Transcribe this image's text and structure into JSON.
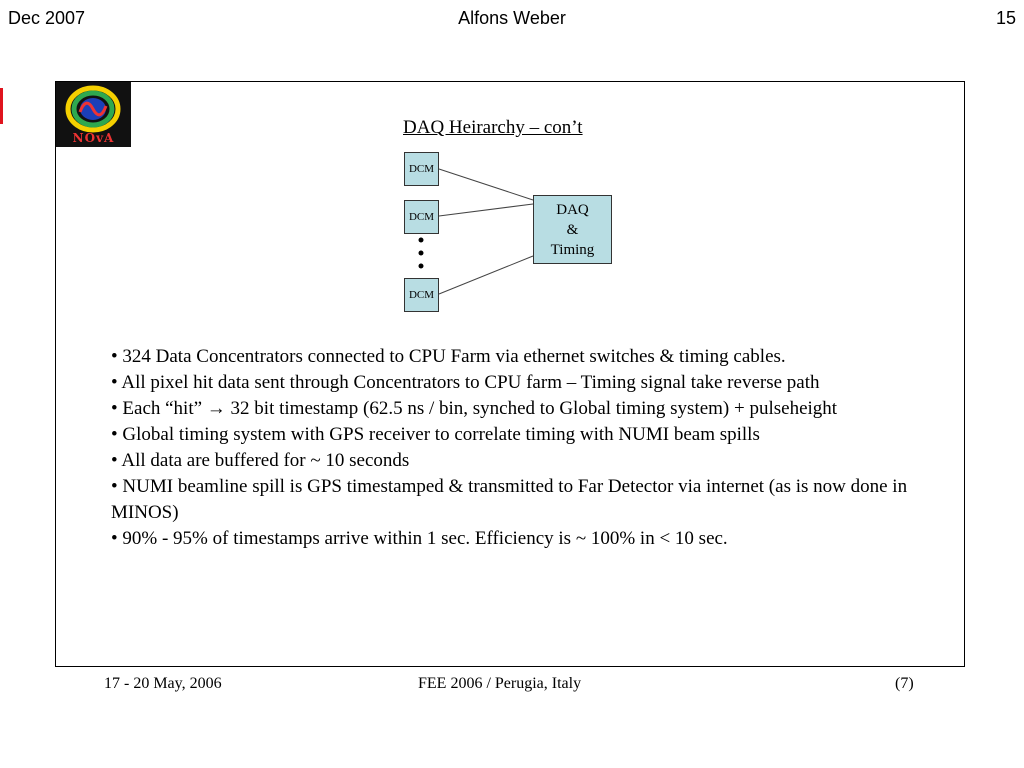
{
  "header": {
    "left": "Dec 2007",
    "center": "Alfons Weber",
    "right": "15"
  },
  "slide": {
    "logo_text": "NOvA",
    "diagram": {
      "title": "DAQ Heirarchy – con’t",
      "dcm_label": "DCM",
      "dcm_boxes": [
        "DCM",
        "DCM",
        "DCM"
      ],
      "daq_lines": [
        "DAQ",
        "&",
        "Timing"
      ]
    },
    "bullets": [
      "• 324 Data Concentrators connected to CPU Farm via ethernet switches & timing cables.",
      "• All pixel hit data sent through Concentrators to CPU farm – Timing signal take reverse path",
      "• Each “hit” → 32 bit timestamp (62.5 ns / bin, synched to Global timing system) + pulseheight",
      "• Global timing system with GPS receiver to correlate timing with NUMI beam spills",
      "• All data are buffered for ~ 10 seconds",
      "• NUMI beamline spill is GPS timestamped & transmitted to Far Detector via internet (as is now done in MINOS)",
      "• 90% - 95% of timestamps arrive within 1 sec. Efficiency is ~ 100% in < 10 sec."
    ]
  },
  "footer": {
    "left": "17 - 20 May, 2006",
    "center": "FEE 2006 / Perugia, Italy",
    "right": "(7)"
  }
}
